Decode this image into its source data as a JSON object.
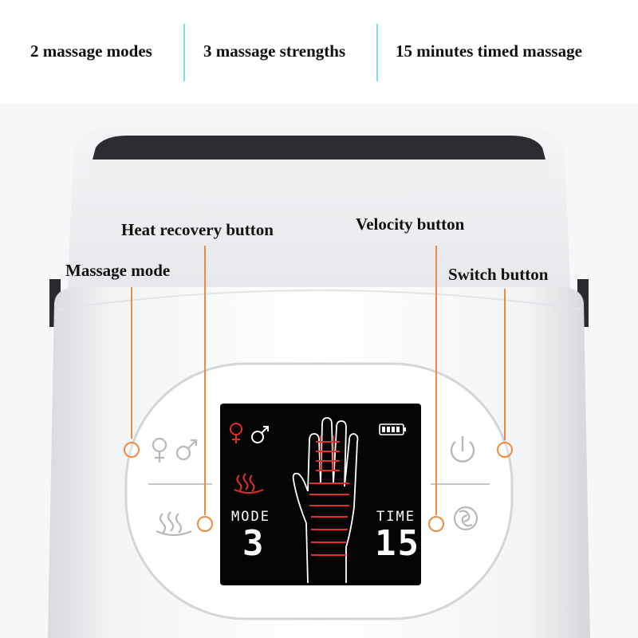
{
  "features": [
    {
      "label": "2 massage modes"
    },
    {
      "label": "3 massage strengths"
    },
    {
      "label": "15 minutes timed massage"
    }
  ],
  "callouts": {
    "heat_recovery": "Heat recovery button",
    "velocity": "Velocity button",
    "massage_mode": "Massage mode",
    "switch": "Switch button"
  },
  "display": {
    "mode_label": "MODE",
    "mode_value": "3",
    "time_label": "TIME",
    "time_value": "15"
  },
  "icons": {
    "gender": "female-male-symbols-icon",
    "heat": "heat-waves-icon",
    "power": "power-icon",
    "speed": "swirl-icon",
    "battery": "battery-icon",
    "hand": "hand-outline-icon"
  },
  "colors": {
    "accent_orange": "#f08a3c",
    "separator_cyan": "#7fe0e4",
    "lcd_red": "#e0302a"
  }
}
